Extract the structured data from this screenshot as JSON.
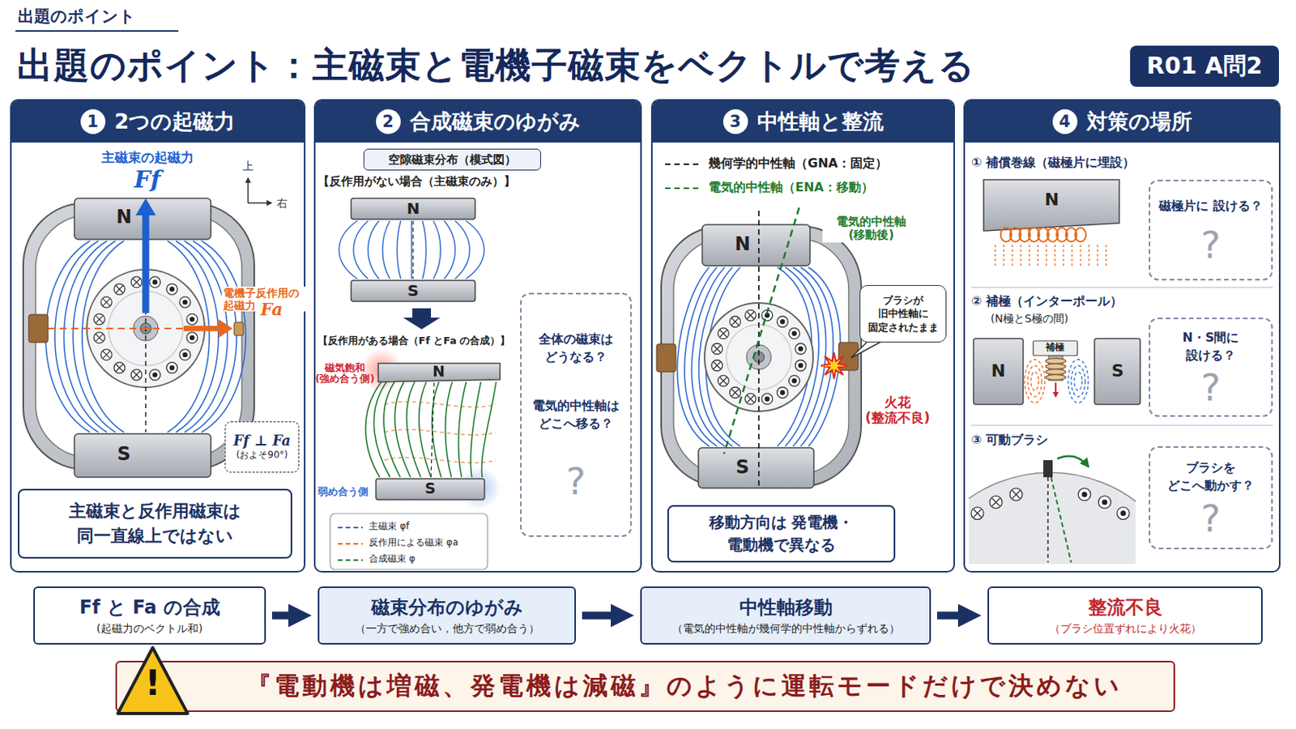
{
  "diagram": {
    "title": "出題のポイント：主磁束と電機子磁束をベクトルで考える",
    "nodes": [
      {
        "text": [
          "R01 A問2"
        ]
      },
      {
        "text": [
          "1",
          "2つの起磁力"
        ]
      },
      {
        "text": [
          "Ff ⊥ Fa",
          "(およそ90°)"
        ],
        "in": 1
      },
      {
        "text": [
          "主磁束と反作用磁束は 同一直線上ではない"
        ],
        "in": 1
      },
      {
        "text": [
          "2",
          "合成磁束のゆがみ"
        ]
      },
      {
        "text": [
          "空隙磁束分布（模式図）"
        ],
        "in": 4
      },
      {
        "text": [
          "全体の磁束は どうなる？",
          "電気的中性軸は どこへ移る？",
          "?"
        ],
        "in": 4
      },
      {
        "text": [
          "3",
          "中性軸と整流"
        ]
      },
      {
        "text": [
          "ブラシが 旧中性軸に 固定されたまま"
        ],
        "in": 7
      },
      {
        "text": [
          "移動方向は 発電機・電動機で異なる"
        ],
        "in": 7
      },
      {
        "text": [
          "4",
          "対策の場所"
        ]
      },
      {
        "text": [
          "磁極片に 設ける？",
          "?"
        ],
        "in": 10
      },
      {
        "text": [
          "N・S間に 設ける？",
          "?"
        ],
        "in": 10
      },
      {
        "text": [
          "ブラシを どこへ動かす？",
          "?"
        ],
        "in": 10
      },
      {
        "text": [
          "Ff と Fa の合成",
          "(起磁力のベクトル和)"
        ]
      },
      {
        "text": [
          "磁束分布のゆがみ",
          "（一方で強め合い，他方で弱め合う）"
        ]
      },
      {
        "text": [
          "中性軸移動",
          "（電気的中性軸が幾何学的中性軸からずれる）"
        ]
      },
      {
        "text": [
          "整流不良",
          "（ブラシ位置ずれにより火花）"
        ]
      },
      {
        "text": [
          "『電動機は増磁、発電機は減磁』のように運転モードだけで決めない"
        ]
      }
    ],
    "edges": [
      {
        "from": 14,
        "to": 15,
        "arrow": "to"
      },
      {
        "from": 15,
        "to": 16,
        "arrow": "to"
      },
      {
        "from": 16,
        "to": 17,
        "arrow": "to"
      }
    ],
    "labels": [
      "出題のポイント",
      "主磁束の起磁力",
      "Ff",
      "上",
      "右",
      "N",
      "S",
      "電機子反作用の起磁力",
      "Fa",
      "【反作用がない場合（主磁束のみ）】",
      "N",
      "S",
      "【反作用がある場合（Ff とFa の合成）】",
      "磁気飽和 (強め合う側)",
      "N",
      "弱め合う側",
      "S",
      "電気的中性軸 (移動後)",
      "N",
      "S",
      "火花 (整流不良)",
      "① 補償巻線（磁極片に埋設）",
      "N",
      "② 補極（インターポール）",
      "(N極とS極の間)",
      "補極",
      "N",
      "S",
      "③ 可動ブラシ",
      "!"
    ],
    "legend": [
      {
        "text": "主磁束 φf"
      },
      {
        "text": "反作用による磁束 φa"
      },
      {
        "text": "合成磁束 φ"
      },
      {
        "text": "幾何学的中性軸（GNA：固定）"
      },
      {
        "text": "電気的中性軸（ENA：移動）"
      }
    ]
  }
}
